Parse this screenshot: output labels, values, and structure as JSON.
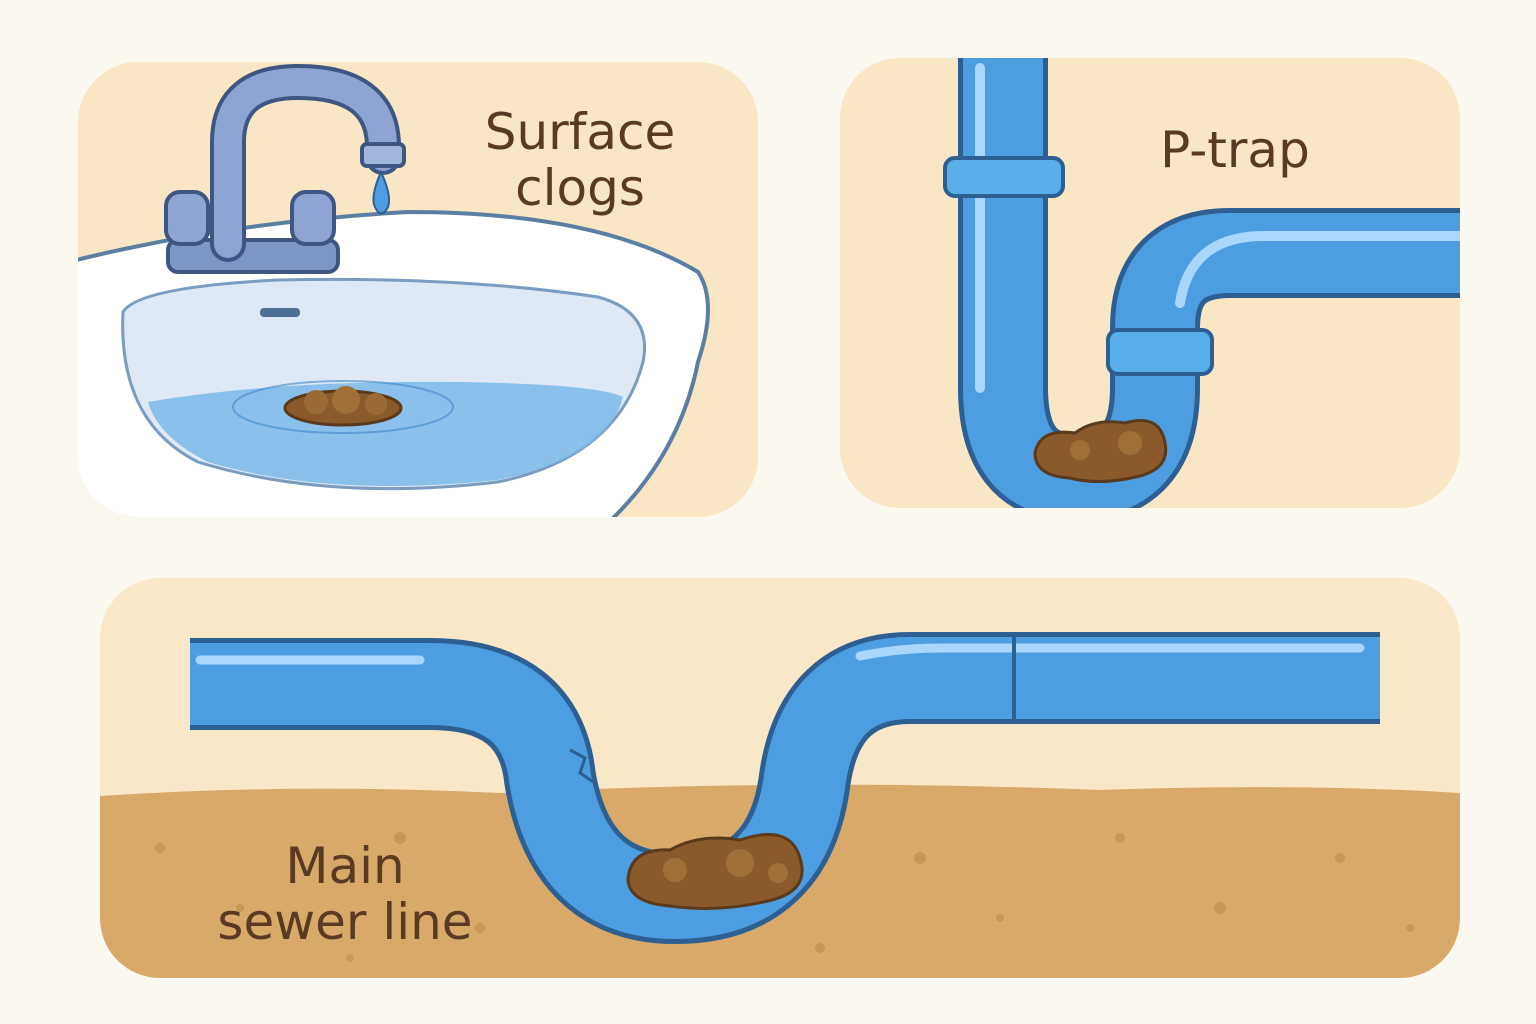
{
  "labels": {
    "surface_clogs": "Surface\nclogs",
    "p_trap": "P-trap",
    "main_sewer_line": "Main\nsewer line"
  },
  "colors": {
    "panel_background": "#f8e6c4",
    "pipe_blue": "#4d9ee0",
    "pipe_outline": "#2d5f92",
    "clog_brown": "#8a5a2b",
    "soil": "#d8a968",
    "text": "#5a3a22"
  },
  "icons": [
    "faucet-icon",
    "sink-icon",
    "water-drop-icon",
    "clog-icon",
    "pipe-icon"
  ]
}
